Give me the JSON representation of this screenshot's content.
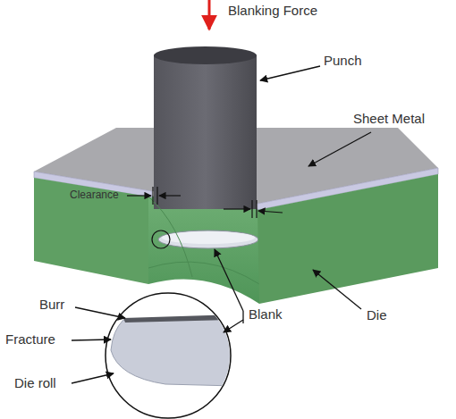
{
  "diagram": {
    "labels": [
      "Blanking Force",
      "Punch",
      "Sheet Metal",
      "Clearance",
      "Blank",
      "Die",
      "Burr",
      "Fracture",
      "Die roll"
    ]
  }
}
